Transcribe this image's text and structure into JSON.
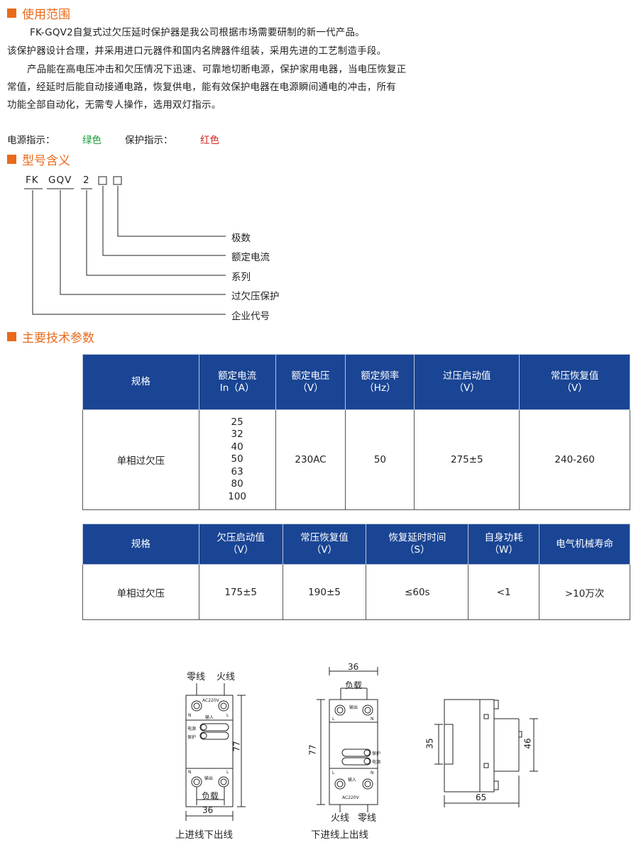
{
  "sections": {
    "usage_title": "使用范围",
    "model_title": "型号含义",
    "tech_title": "主要技术参数"
  },
  "usage": {
    "lines": [
      "FK-GQV2自复式过欠压延时保护器是我公司根据市场需要研制的新一代产品。",
      "该保护器设计合理，并采用进口元器件和国内名牌器件组装，采用先进的工艺制造手段。",
      "产品能在高电压冲击和欠压情况下迅速、可靠地切断电源，保护家用电器，当电压恢复正",
      "常值，经延时后能自动接通电路，恢复供电，能有效保护电器在电源瞬间通电的冲击，所有",
      "功能全部自动化，无需专人操作，选用双灯指示。"
    ],
    "power_label": "电源指示：",
    "power_value": "绿色",
    "protect_label": "保护指示：",
    "protect_value": "红色",
    "colors": {
      "green": "#1a9b3a",
      "red": "#d0231b",
      "accent": "#ea6a1c",
      "header_blue": "#1a4594"
    }
  },
  "model": {
    "parts": [
      "FK",
      "GQV",
      "2"
    ],
    "meanings": [
      "极数",
      "额定电流",
      "系列",
      "过欠压保护",
      "企业代号"
    ]
  },
  "table1": {
    "headers": [
      [
        "规格"
      ],
      [
        "额定电流",
        "In（A）"
      ],
      [
        "额定电压",
        "（V）"
      ],
      [
        "额定频率",
        "（Hz）"
      ],
      [
        "过压启动值",
        "（V）"
      ],
      [
        "常压恢复值",
        "（V）"
      ]
    ],
    "row": {
      "spec": "单相过欠压",
      "currents": [
        "25",
        "32",
        "40",
        "50",
        "63",
        "80",
        "100"
      ],
      "voltage": "230AC",
      "frequency": "50",
      "over_start": "275±5",
      "recover": "240-260"
    }
  },
  "table2": {
    "headers": [
      [
        "规格"
      ],
      [
        "欠压启动值",
        "（V）"
      ],
      [
        "常压恢复值",
        "（V）"
      ],
      [
        "恢复延时时间",
        "（S）"
      ],
      [
        "自身功耗",
        "（W）"
      ],
      [
        "电气机械寿命"
      ]
    ],
    "row": [
      "单相过欠压",
      "175±5",
      "190±5",
      "≤60s",
      "<1",
      ">10万次"
    ]
  },
  "diagrams": {
    "left": {
      "top_labels": [
        "零线",
        "火线"
      ],
      "ac": "AC220V",
      "input": "输入",
      "output": "输出",
      "load": "负载",
      "lamp1": "电源",
      "lamp2": "保护",
      "n": "N",
      "l": "L",
      "height_dim": "77",
      "width_dim": "36",
      "caption": "上进线下出线"
    },
    "middle": {
      "width_dim": "36",
      "load": "负载",
      "output": "输出",
      "input": "输入",
      "ac": "AC220V",
      "lamp1": "保护",
      "lamp2": "电源",
      "n": "N",
      "l": "L",
      "height_dim": "77",
      "bottom_labels": [
        "火线",
        "零线"
      ],
      "caption": "下进线上出线"
    },
    "right": {
      "dim_left": "35",
      "dim_right": "46",
      "dim_bottom": "65"
    }
  }
}
